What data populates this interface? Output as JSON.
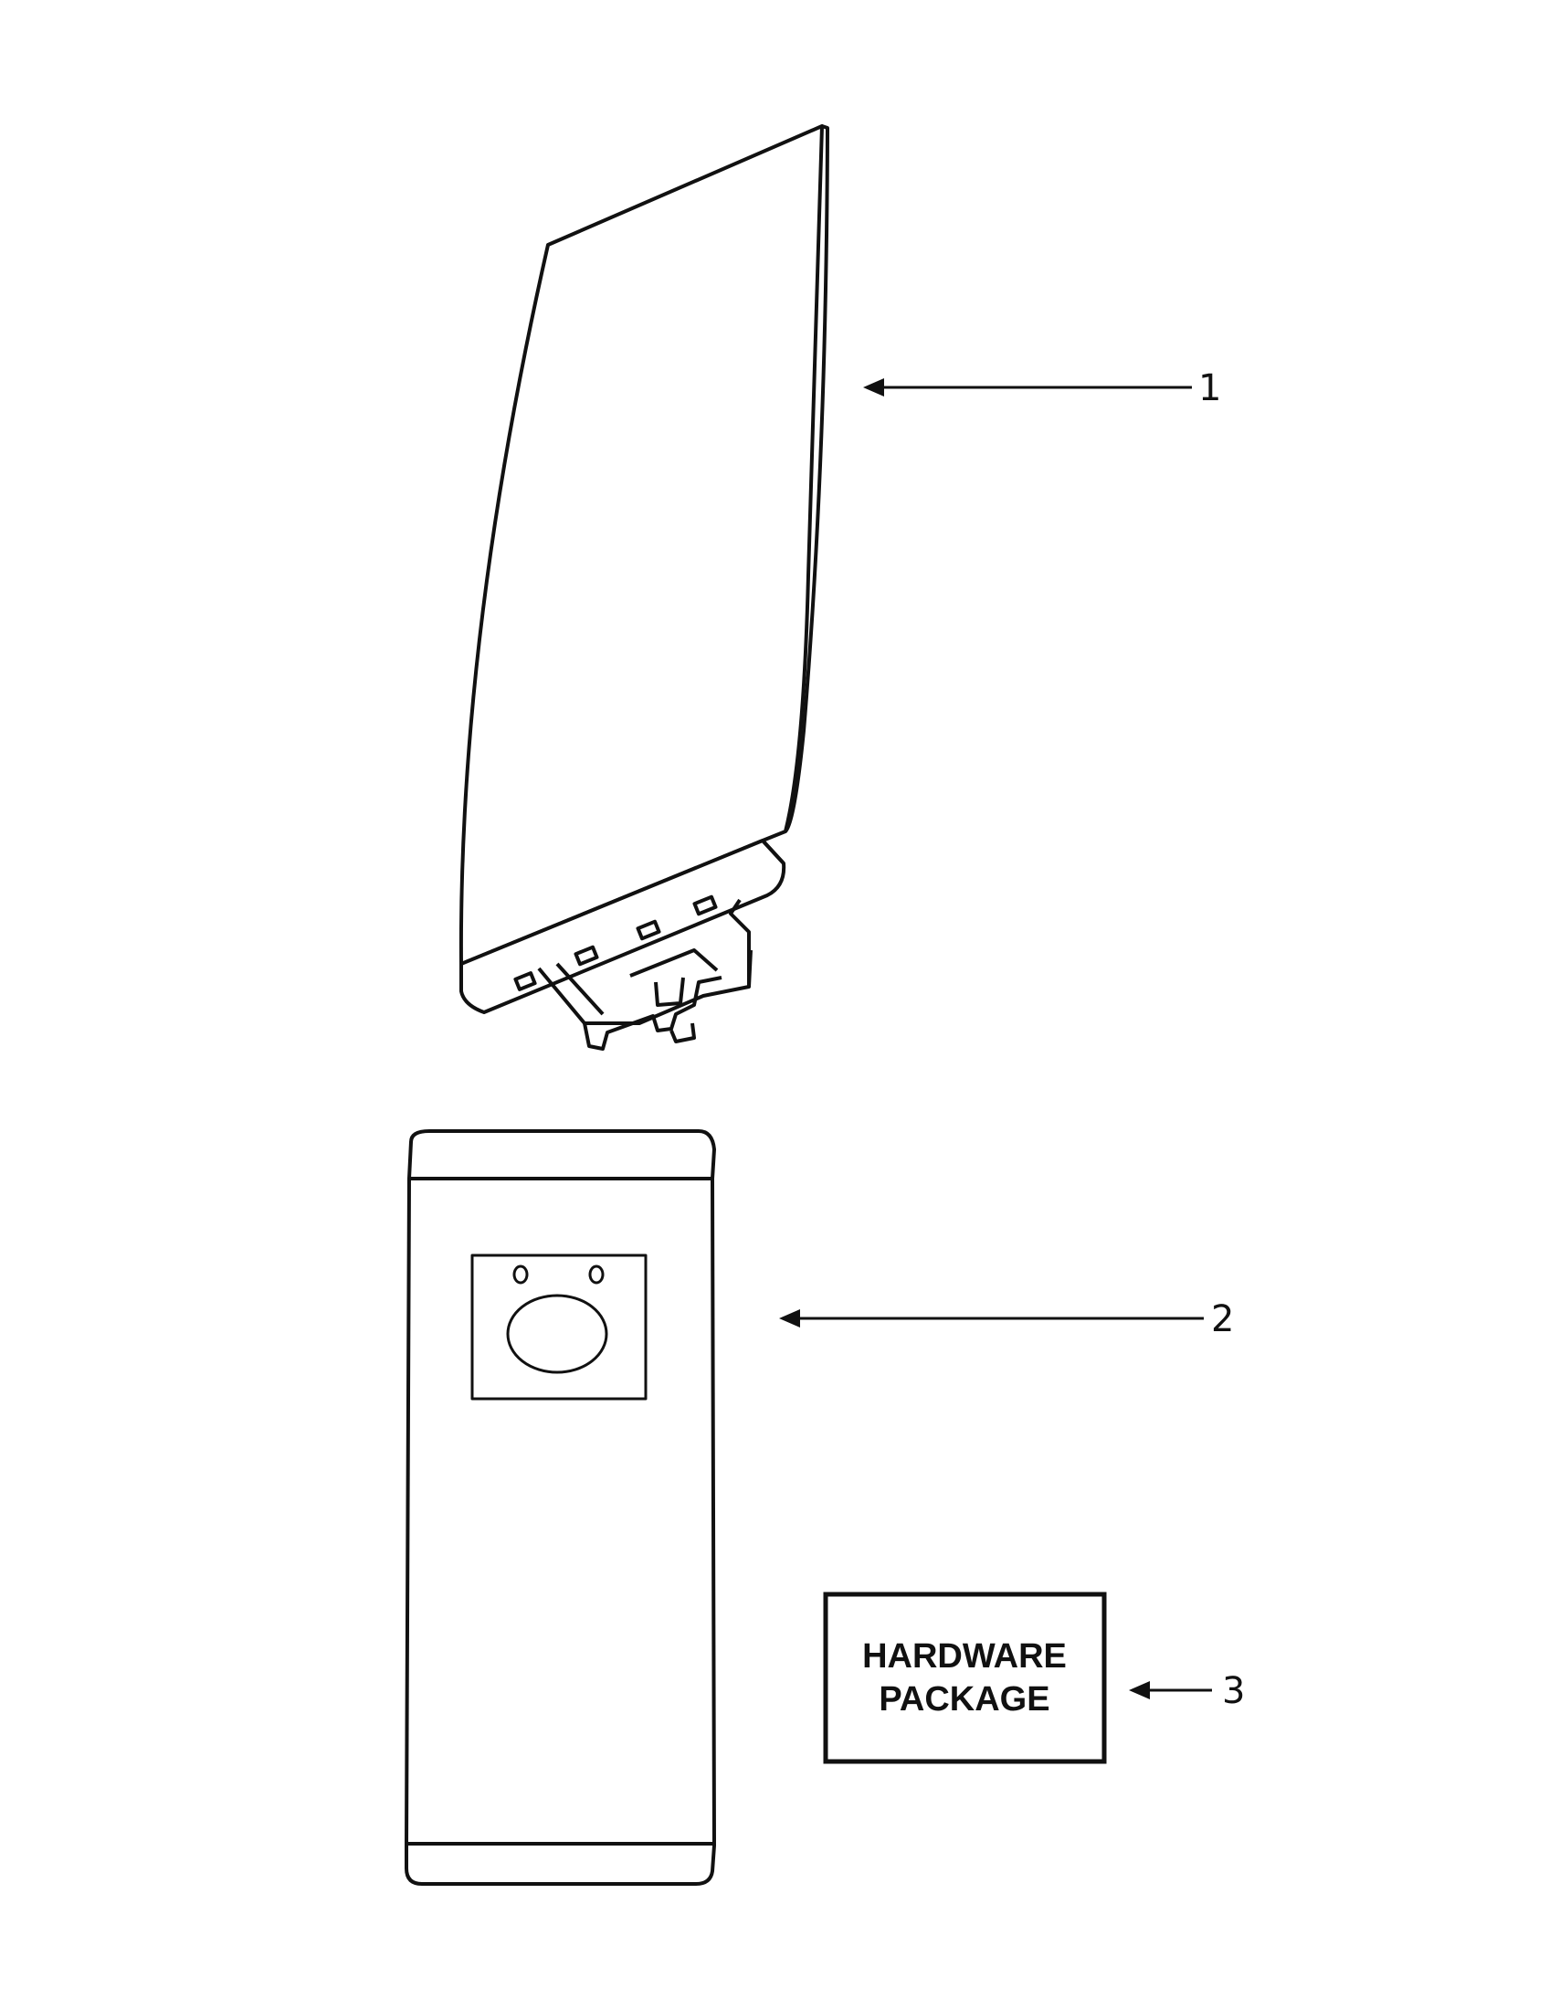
{
  "callouts": [
    {
      "id": "1",
      "label": "1"
    },
    {
      "id": "2",
      "label": "2"
    },
    {
      "id": "3",
      "label": "3"
    }
  ],
  "hardware_package": {
    "line1": "HARDWARE",
    "line2": "PACKAGE"
  },
  "colors": {
    "line": "#111111",
    "background": "#ffffff"
  }
}
